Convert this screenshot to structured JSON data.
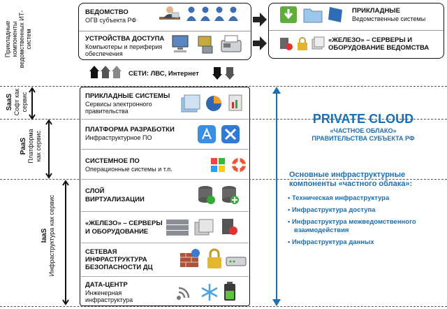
{
  "top_left_label": "Прикладные компоненты ведомственных ИТ-систем",
  "top": {
    "agency_title": "ВЕДОМСТВО",
    "agency_sub": "ОГВ субъекта РФ",
    "access_title": "УСТРОЙСТВА ДОСТУПА",
    "access_sub1": "Компьютеры и периферия",
    "access_sub2": "обеспечения",
    "networks": "СЕТИ: ЛВС, Интернет"
  },
  "right_top": {
    "apps_title": "ПРИКЛАДНЫЕ",
    "apps_sub": "Ведомственные системы",
    "hw_title1": "«ЖЕЛЕЗО» – СЕРВЕРЫ И",
    "hw_title2": "ОБОРУДОВАНИЕ ВЕДОМСТВА"
  },
  "layers": {
    "saas": {
      "abbr": "SaaS",
      "l1": "Софт как",
      "l2": "сервис"
    },
    "paas": {
      "abbr": "PaaS",
      "l1": "Платформа",
      "l2": "как сервис"
    },
    "iaas": {
      "abbr": "IaaS",
      "l1": "Инфраструктура как сервис"
    }
  },
  "stack": {
    "apps_title": "ПРИКЛАДНЫЕ СИСТЕМЫ",
    "apps_sub1": "Сервисы электронного",
    "apps_sub2": "правительства",
    "dev_title": "ПЛАТФОРМА РАЗРАБОТКИ",
    "dev_sub": "Инфраструктурное ПО",
    "sys_title": "СИСТЕМНОЕ ПО",
    "sys_sub": "Операционные системы и т.п.",
    "virt_title1": "СЛОЙ",
    "virt_title2": "ВИРТУАЛИЗАЦИИ",
    "hw_title1": "«ЖЕЛЕЗО» – СЕРВЕРЫ",
    "hw_title2": "И ОБОРУДОВАНИЕ",
    "net_title1": "СЕТЕВАЯ",
    "net_title2": "ИНФРАСТРУКТУРА",
    "net_title3": "БЕЗОПАСНОСТИ ДЦ",
    "dc_title": "ДАТА-ЦЕНТР",
    "dc_sub1": "Инженерная",
    "dc_sub2": "инфраструктура"
  },
  "cloud": {
    "title": "PRIVATE CLOUD",
    "sub1": "«ЧАСТНОЕ ОБЛАКО»",
    "sub2": "ПРАВИТЕЛЬСТВА СУБЪЕКТА РФ",
    "components_title1": "Основные инфраструктурные",
    "components_title2": "компоненты «частного облака»:",
    "items": [
      "Техническая инфраструктура",
      "Инфраструктура доступа",
      "Инфраструктура межведомственного",
      "взаимодействия",
      "Инфраструктура данных"
    ]
  },
  "colors": {
    "accent_blue": "#1a6fb5",
    "border": "#111111",
    "dash": "#555555"
  }
}
